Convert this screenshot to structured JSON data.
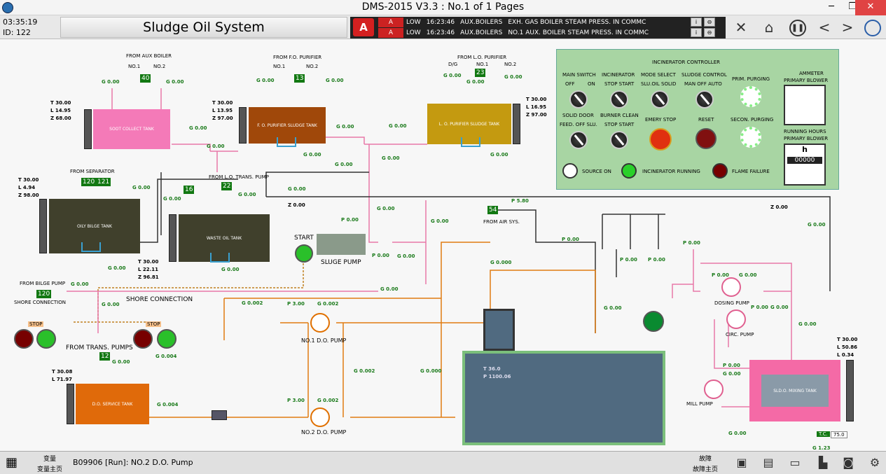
{
  "window": {
    "title": "DMS-2015 V3.3 : No.1 of 1 Pages",
    "min": "─",
    "max": "❐",
    "close": "✕"
  },
  "header": {
    "time": "03:35:19",
    "id": "ID:  122",
    "title": "Sludge Oil System"
  },
  "alarms": [
    {
      "flag": "A",
      "level": "LOW",
      "time": "16:23:46",
      "group": "AUX.BOILERS",
      "text": "EXH. GAS BOILER STEAM PRESS. IN COMMC"
    },
    {
      "flag": "A",
      "level": "LOW",
      "time": "16:23:46",
      "group": "AUX.BOILERS",
      "text": "NO.1 AUX. BOILER STEAM PRESS. IN COMMC"
    }
  ],
  "alarm_badge": "A",
  "nav": {
    "mute": "mute-icon",
    "home": "home-icon",
    "pause": "pause-icon",
    "prev": "<",
    "next": ">"
  },
  "labels": {
    "from_aux_boiler": "FROM AUX BOILER",
    "no1": "NO.1",
    "no2": "NO.2",
    "from_fo_purifier": "FROM F.O. PURIFIER",
    "from_lo_purifier": "FROM L.O. PURIFIER",
    "dg": "D/G",
    "from_separator": "FROM SEPARATOR",
    "from_lo_trans_pump": "FROM L.O. TRANS. PUMP",
    "start": "START",
    "sludge_pump": "SLUGE PUMP",
    "from_air_sys": "FROM AIR SYS.",
    "from_bilge_pump": "FROM BILGE PUMP",
    "shore_connection_small": "SHORE CONNECTION",
    "shore_connection": "SHORE CONNECTION",
    "stop": "STOP",
    "from_trans_pumps": "FROM TRANS. PUMPS",
    "no1_do_pump": "NO.1 D.O. PUMP",
    "no2_do_pump": "NO.2 D.O. PUMP",
    "dosing_pump": "DOSING PUMP",
    "circ_pump": "CIRC. PUMP",
    "mill_pump": "MILL PUMP",
    "tc": "T.C.",
    "tc_value": "75.0"
  },
  "tanks": {
    "soot": "SOOT COLLECT TANK",
    "fo_sludge": "F. O. PURIFIER SLUDGE TANK",
    "lo_sludge": "L. O. PURIFIER SLUDGE TANK",
    "oily_bilge": "OILY BILGE TANK",
    "waste_oil": "WASTE OIL TANK",
    "do_service": "D.O. SERVICE TANK",
    "mixing": "SLD.O. MIXING TANK"
  },
  "readings": {
    "soot": [
      "T 30.00",
      "L 14.95",
      "Z 68.00"
    ],
    "fo": [
      "T 30.00",
      "L 13.95",
      "Z 97.00"
    ],
    "lo": [
      "T 30.00",
      "L 16.95",
      "Z 97.00"
    ],
    "bilge": [
      "T 30.00",
      "L 4.94",
      "Z 98.00"
    ],
    "waste": [
      "T 30.00",
      "L 22.11",
      "Z 96.81"
    ],
    "do": [
      "T 30.08",
      "L 71.97"
    ],
    "mix": [
      "T 30.00",
      "L 50.86",
      "L 0.34"
    ],
    "incin": [
      "T 36.0",
      "P 1100.06"
    ]
  },
  "numbers": {
    "aux": "40",
    "fo": "13",
    "lo": "23",
    "sep1": "120",
    "sep2": "121",
    "w16": "16",
    "w22": "22",
    "air": "54",
    "bilge": "120",
    "trans": "12"
  },
  "gvals": {
    "g000": "G 0.00",
    "g0000": "G 0.000",
    "g0002": "G 0.002",
    "g0004": "G 0.004",
    "p000": "P 0.00",
    "p580": "P 5.80",
    "p300": "P 3.00",
    "z000": "Z 0.00",
    "g123": "G 1.23"
  },
  "controller": {
    "title": "INCINERATOR CONTROLLER",
    "main_switch": "MAIN SWITCH",
    "main_off": "OFF",
    "main_on": "ON",
    "incinerator": "INCINERATOR",
    "stop": "STOP",
    "start": "START",
    "mode_select": "MODE SELECT",
    "mode_opts": "SLU.OIL  SOLID",
    "sludge_control": "SLUDGE CONTROL",
    "sc_opts": "MAN  OFF  AUTO",
    "prim_purging": "PRIM. PURGING",
    "solid_door": "SOLID DOOR",
    "sd_opts": "FEED. OFF  SLU.",
    "burner_clean": "BURNER CLEAN",
    "bc_opts": "STOP  START",
    "emergy_stop": "EMERY STOP",
    "reset": "RESET",
    "secon_purging": "SECON. PURGING",
    "ammeter": "AMMETER",
    "primary_blower": "PRIMARY BLOWER",
    "running_hours": "RUNNING HOURS",
    "primary_blower2": "PRIMARY BLOWER",
    "hours": "00000",
    "h": "h",
    "source_on": "SOURCE ON",
    "incinerator_running": "INCINERATOR  RUNNING",
    "flame_failure": "FLAME FAILURE"
  },
  "bottom": {
    "var": "变量",
    "var_main": "变量主页",
    "status": "B09906 [Run]: NO.2 D.O. Pump",
    "fault": "故障",
    "fault_main": "故障主页"
  },
  "colors": {
    "fo": "#a0480a",
    "lo": "#c49a10",
    "soot": "#f47ab8",
    "tank_dark": "#40402c",
    "do": "#e06a0a",
    "mix": "#f46aa6",
    "incin": "#506a80"
  }
}
